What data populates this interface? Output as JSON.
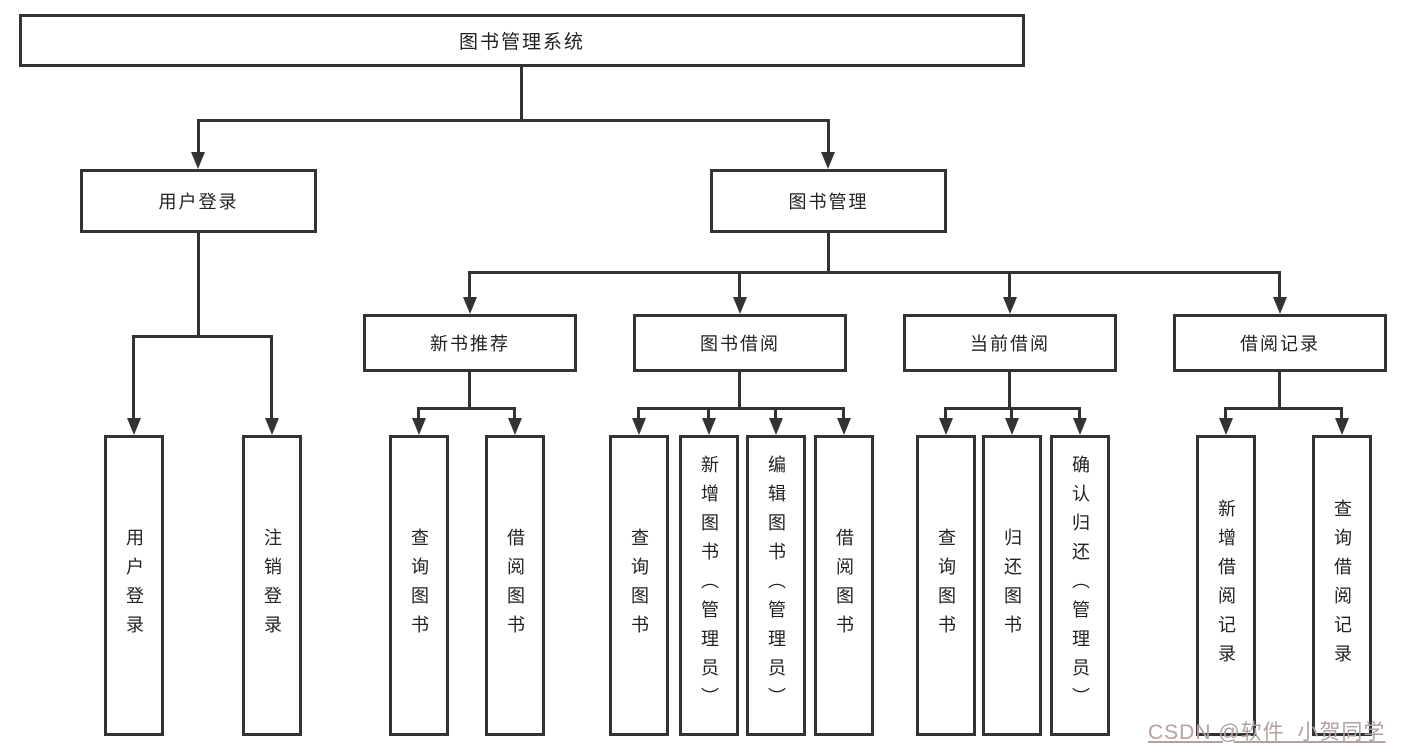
{
  "diagram": {
    "root": {
      "label": "图书管理系统"
    },
    "branches": [
      {
        "label": "用户登录",
        "children": [
          {
            "label": "用户登录"
          },
          {
            "label": "注销登录"
          }
        ]
      },
      {
        "label": "图书管理",
        "children": [
          {
            "label": "新书推荐",
            "children": [
              {
                "label": "查询图书"
              },
              {
                "label": "借阅图书"
              }
            ]
          },
          {
            "label": "图书借阅",
            "children": [
              {
                "label": "查询图书"
              },
              {
                "label": "新增图书（管理员）"
              },
              {
                "label": "编辑图书（管理员）"
              },
              {
                "label": "借阅图书"
              }
            ]
          },
          {
            "label": "当前借阅",
            "children": [
              {
                "label": "查询图书"
              },
              {
                "label": "归还图书"
              },
              {
                "label": "确认归还（管理员）"
              }
            ]
          },
          {
            "label": "借阅记录",
            "children": [
              {
                "label": "新增借阅记录"
              },
              {
                "label": "查询借阅记录"
              }
            ]
          }
        ]
      }
    ]
  },
  "watermark": {
    "text": "CSDN @软件_小贺同学"
  },
  "colors": {
    "line": "#333333",
    "box_border": "#333333",
    "text": "#222222",
    "background": "#ffffff",
    "watermark": "#b3a0a0"
  }
}
